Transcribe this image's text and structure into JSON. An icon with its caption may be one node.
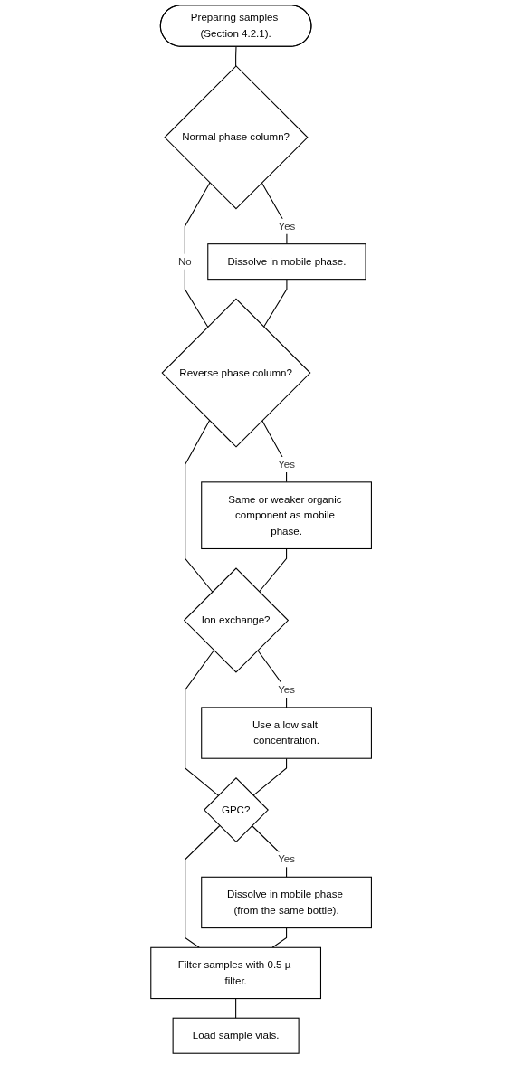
{
  "diagram": {
    "nodes": [
      {
        "text": [
          "Preparing samples (Section 4.2.1)."
        ]
      },
      {
        "text": [
          "Normal phase column?"
        ]
      },
      {
        "text": [
          "Dissolve in mobile phase."
        ]
      },
      {
        "text": [
          "Reverse phase column?"
        ]
      },
      {
        "text": [
          "Same or weaker organic component as mobile phase."
        ]
      },
      {
        "text": [
          "Ion exchange?"
        ]
      },
      {
        "text": [
          "Use a low salt concentration."
        ]
      },
      {
        "text": [
          "GPC?"
        ]
      },
      {
        "text": [
          "Dissolve in mobile phase (from the same bottle)."
        ]
      },
      {
        "text": [
          "Filter samples with 0.5 µ filter."
        ]
      },
      {
        "text": [
          "Load sample vials."
        ]
      }
    ],
    "edges": [
      {
        "from": 0,
        "to": 1,
        "arrow": "none"
      },
      {
        "from": 1,
        "to": 2,
        "arrow": "none",
        "label": "Yes"
      },
      {
        "from": 1,
        "to": 3,
        "arrow": "none",
        "label": "No"
      },
      {
        "from": 2,
        "to": 3,
        "arrow": "none"
      },
      {
        "from": 3,
        "to": 4,
        "arrow": "none",
        "label": "Yes"
      },
      {
        "from": 3,
        "to": 5,
        "arrow": "none"
      },
      {
        "from": 4,
        "to": 5,
        "arrow": "none"
      },
      {
        "from": 5,
        "to": 6,
        "arrow": "none",
        "label": "Yes"
      },
      {
        "from": 5,
        "to": 7,
        "arrow": "none"
      },
      {
        "from": 6,
        "to": 7,
        "arrow": "none"
      },
      {
        "from": 7,
        "to": 8,
        "arrow": "none",
        "label": "Yes"
      },
      {
        "from": 7,
        "to": 9,
        "arrow": "none"
      },
      {
        "from": 8,
        "to": 9,
        "arrow": "none"
      },
      {
        "from": 9,
        "to": 10,
        "arrow": "none"
      }
    ]
  }
}
